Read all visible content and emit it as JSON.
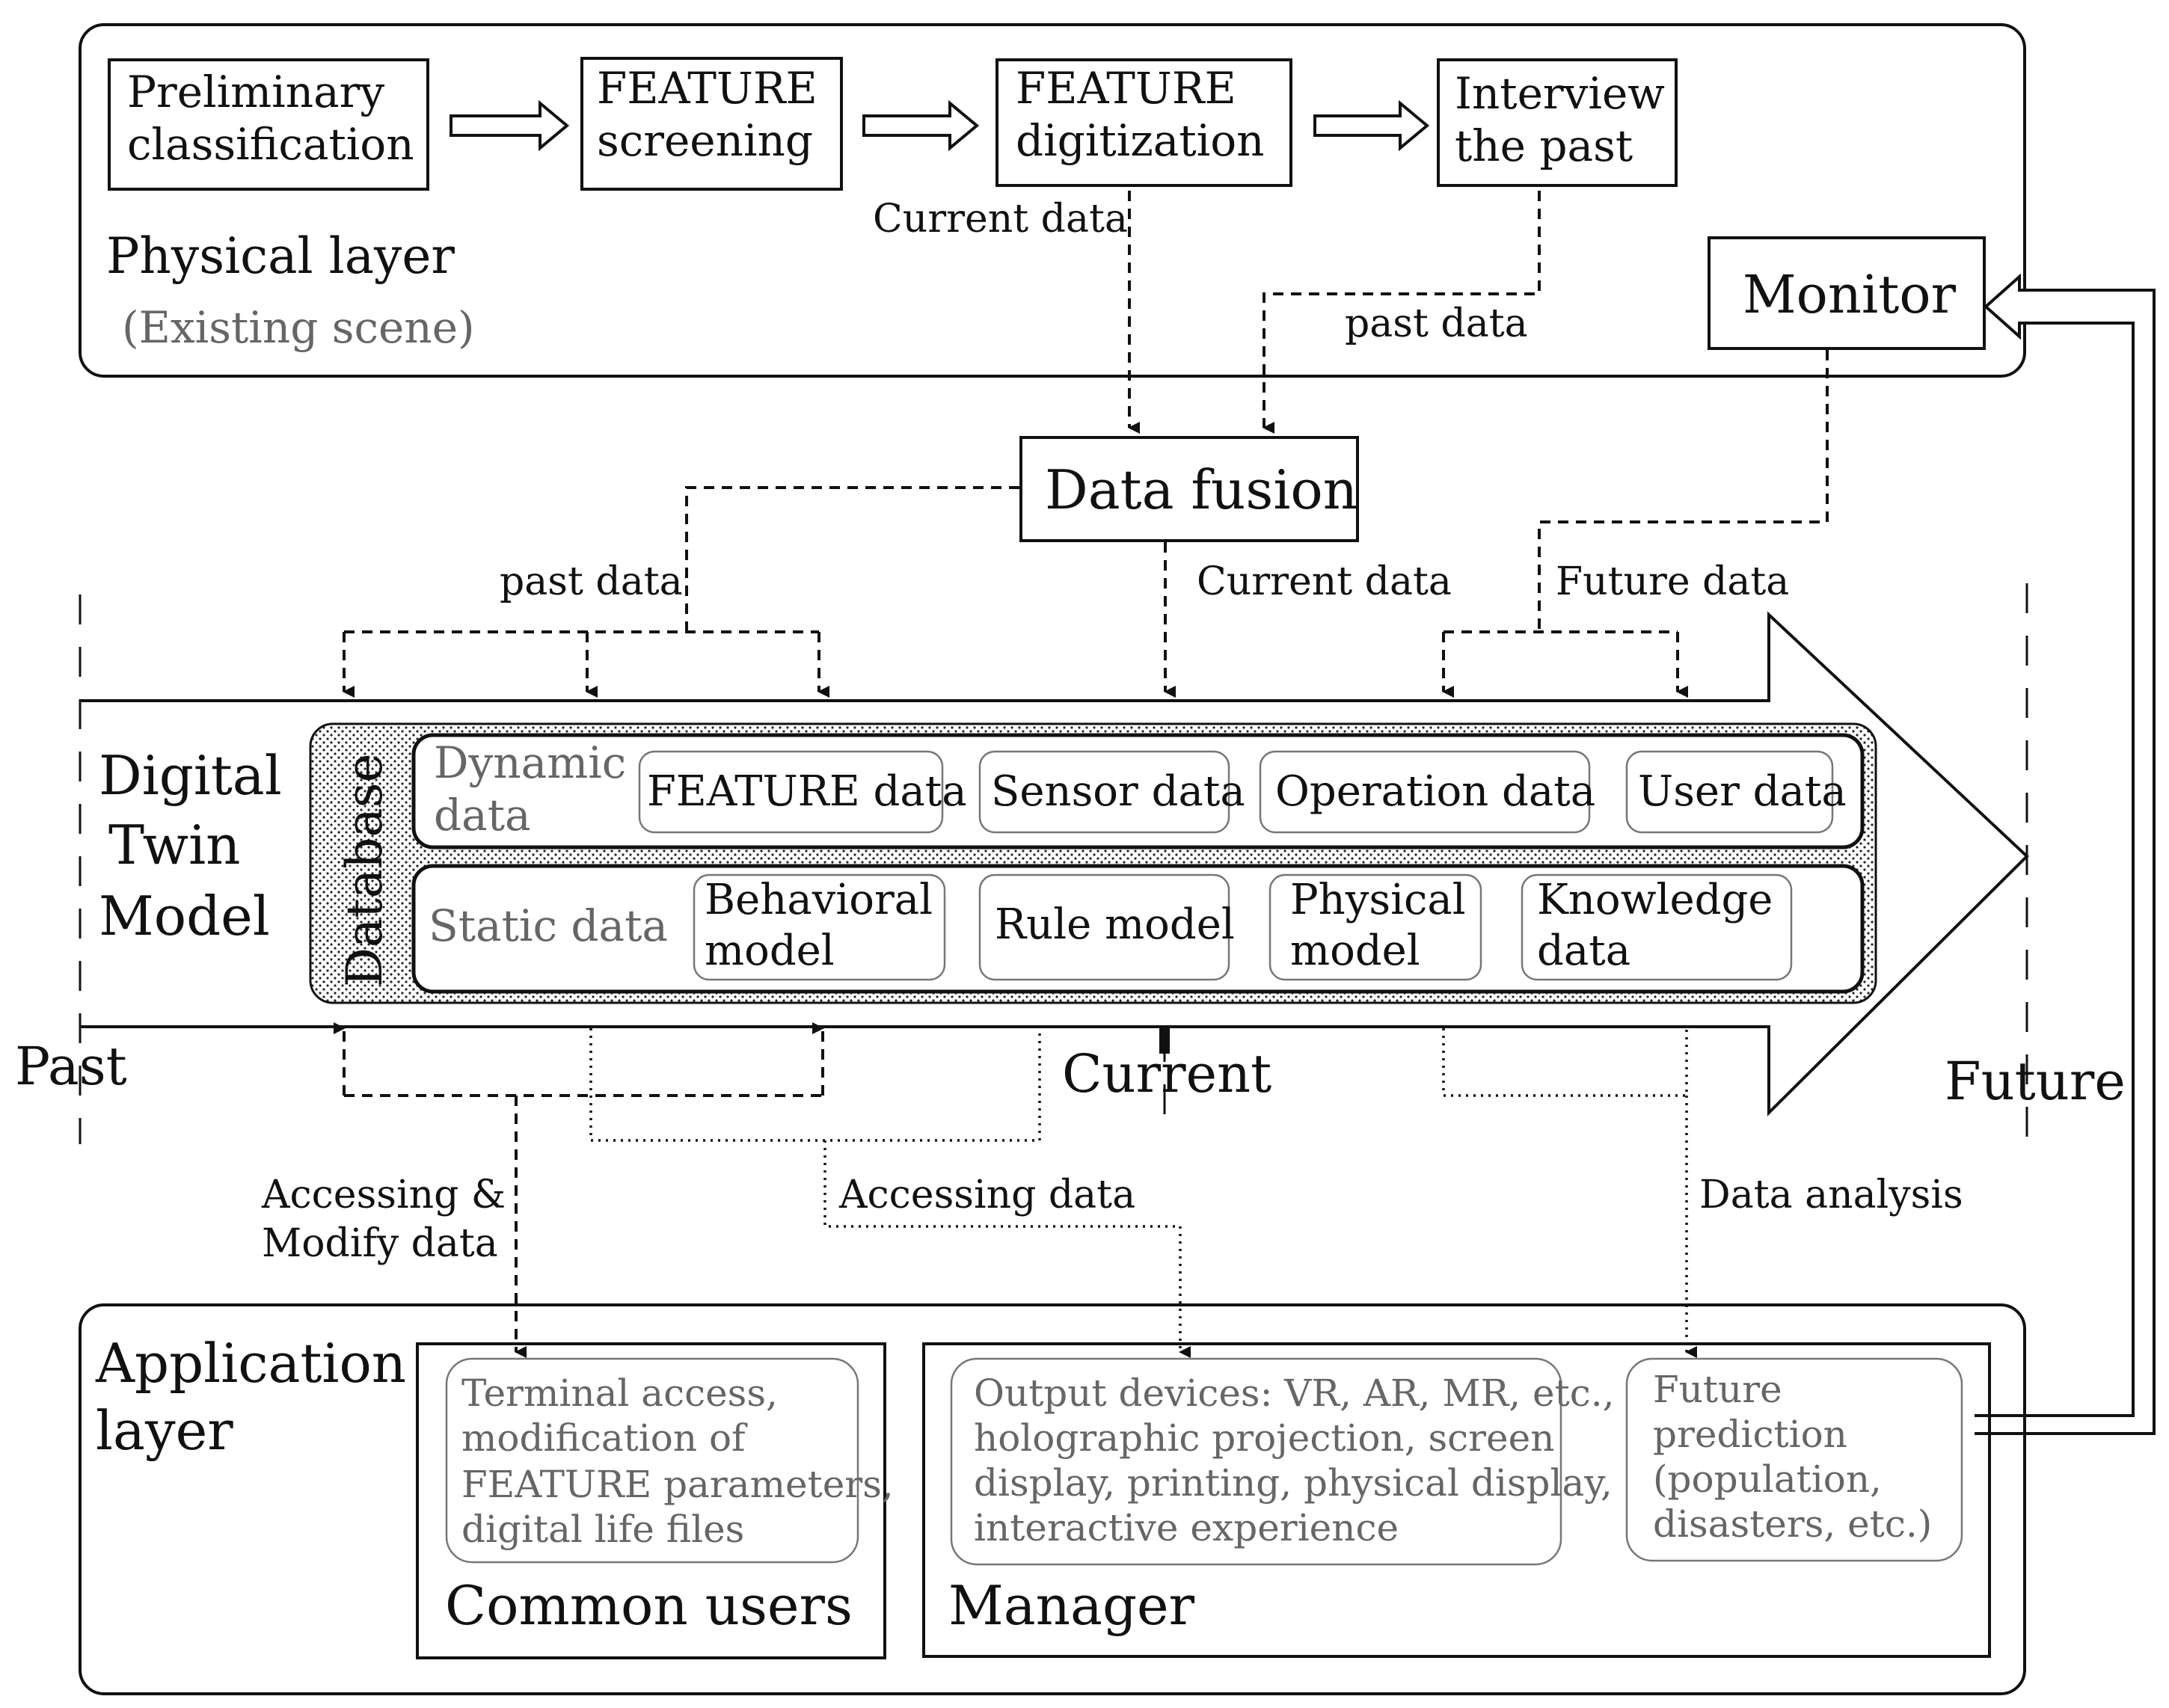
{
  "physical_layer": {
    "title": "Physical layer",
    "subtitle": "(Existing  scene)",
    "steps": [
      {
        "line1": "Preliminary",
        "line2": "classification"
      },
      {
        "line1": "FEATURE",
        "line2": "screening"
      },
      {
        "line1": "FEATURE",
        "line2": "digitization"
      },
      {
        "line1": "Interview",
        "line2": "the past"
      }
    ],
    "monitor": "Monitor"
  },
  "flows": {
    "current_data_top": "Current data",
    "past_data_top": "past data",
    "data_fusion": "Data fusion",
    "past_data": "past data",
    "current_data": "Current data",
    "future_data": "Future data",
    "accessing_modify_1": "Accessing &",
    "accessing_modify_2": "Modify data",
    "accessing_data": "Accessing data",
    "data_analysis": "Data analysis"
  },
  "timeline": {
    "past": "Past",
    "current": "Current",
    "future": "Future"
  },
  "digital_twin": {
    "title_lines": [
      "Digital",
      "Twin",
      "Model"
    ],
    "database": "Database",
    "dynamic_label_1": "Dynamic",
    "dynamic_label_2": "data",
    "dynamic_items": [
      "FEATURE data",
      "Sensor data",
      "Operation data",
      "User data"
    ],
    "static_label": "Static data",
    "static_items": [
      {
        "line1": "Behavioral",
        "line2": "model"
      },
      {
        "line1": "Rule model",
        "line2": ""
      },
      {
        "line1": "Physical",
        "line2": "model"
      },
      {
        "line1": "Knowledge",
        "line2": "data"
      }
    ]
  },
  "application_layer": {
    "title_1": "Application",
    "title_2": "layer",
    "common_users": {
      "title": "Common users",
      "lines": [
        "Terminal access,",
        "modification of",
        "FEATURE parameters,",
        "digital life files"
      ]
    },
    "manager": {
      "title": "Manager",
      "output_lines": [
        "Output devices: VR, AR, MR, etc.,",
        "holographic projection, screen",
        "display, printing, physical display,",
        "interactive experience"
      ],
      "future_lines": [
        "Future",
        "prediction",
        "(population,",
        "disasters, etc.)"
      ]
    }
  }
}
